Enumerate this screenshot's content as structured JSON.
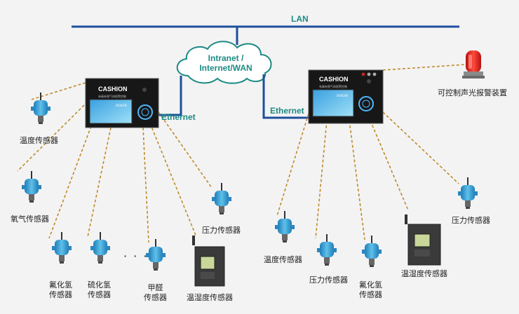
{
  "network": {
    "lan": "LAN",
    "cloud_line1": "Intranet /",
    "cloud_line2": "Internet/WAN",
    "ethernet_left": "Ethernet",
    "ethernet_right": "Ethernet"
  },
  "controllers": {
    "left": {
      "brand": "CASHION",
      "subtitle": "有毒有害气体报警控制",
      "model": "DGK2B"
    },
    "right": {
      "brand": "CASHION",
      "subtitle": "有毒有害气体报警控制",
      "model": "DGK2B"
    }
  },
  "left_sensors": {
    "temperature": "温度传感器",
    "oxygen": "氧气传感器",
    "hf_line1": "氟化氢",
    "hf_line2": "传感器",
    "h2s_line1": "硫化氢",
    "h2s_line2": "传感器",
    "ellipsis": "· · ·",
    "hcho_line1": "甲醛",
    "hcho_line2": "传感器",
    "humidity": "温湿度传感器",
    "pressure": "压力传感器"
  },
  "right_devices": {
    "alarm": "可控制声光报警装置",
    "pressure_far": "压力传感器",
    "temperature": "温度传感器",
    "pressure": "压力传感器",
    "hf_line1": "氟化氢",
    "hf_line2": "传感器",
    "humidity": "温湿度传感器"
  }
}
